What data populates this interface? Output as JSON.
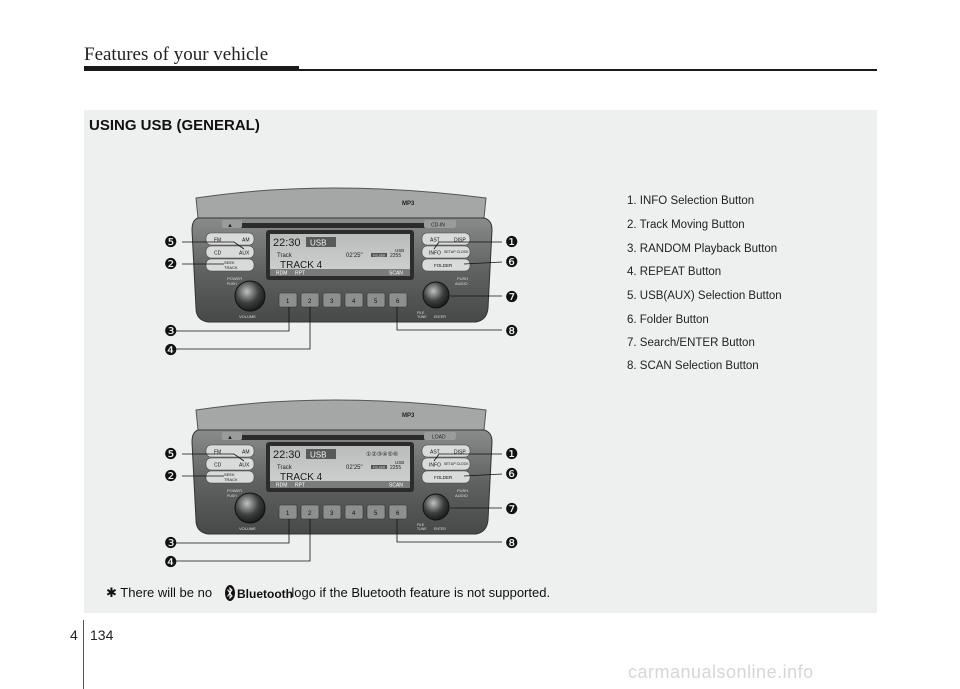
{
  "header": {
    "title": "Features of your vehicle"
  },
  "section": {
    "title": "USING USB (GENERAL)"
  },
  "legend": [
    "1. INFO Selection Button",
    "2. Track Moving Button",
    "3. RANDOM Playback Button",
    "4. REPEAT Button",
    "5. USB(AUX) Selection Button",
    "6. Folder Button",
    "7. Search/ENTER Button",
    "8. SCAN Selection Button"
  ],
  "callouts": [
    "❶",
    "❷",
    "❸",
    "❹",
    "❺",
    "❻",
    "❼",
    "❽"
  ],
  "radio_top": {
    "badge": "MP3",
    "eject": "▲",
    "right_slot": "CD-IN",
    "left_buttons": [
      [
        "FM",
        "AM"
      ],
      [
        "CD",
        "AUX"
      ],
      [
        "SEEK",
        "TRACK"
      ]
    ],
    "right_buttons": [
      [
        "AST",
        "DISP"
      ],
      [
        "INFO",
        "SETUP CLOCK"
      ],
      [
        "FOLDER"
      ]
    ],
    "display": {
      "time": "22:30",
      "source": "USB",
      "track_small": "Track",
      "elapsed": "02'25\"",
      "folder": "FOLDER",
      "file_count": "2255",
      "track_big": "TRACK 4",
      "modes": [
        "RDM",
        "RPT",
        "SCAN"
      ],
      "usb_tag": "USB"
    },
    "knob_left": [
      "POWER",
      "PUSH",
      "VOLUME"
    ],
    "knob_right": [
      "PUSH",
      "AUDIO",
      "FILE",
      "TUNE",
      "ENTER"
    ],
    "presets": [
      "1",
      "2",
      "3",
      "4",
      "5",
      "6"
    ]
  },
  "radio_bottom": {
    "badge": "MP3",
    "eject": "▲",
    "right_slot": "LOAD",
    "left_buttons": [
      [
        "FM",
        "AM"
      ],
      [
        "CD",
        "AUX"
      ],
      [
        "SEEK",
        "TRACK"
      ]
    ],
    "right_buttons": [
      [
        "AST",
        "DISP"
      ],
      [
        "INFO",
        "SETUP CLOCK"
      ],
      [
        "FOLDER"
      ]
    ],
    "display": {
      "time": "22:30",
      "source": "USB",
      "track_small": "Track",
      "elapsed": "02'25\"",
      "folder": "FOLDER",
      "file_count": "2255",
      "track_big": "TRACK 4",
      "modes": [
        "RDM",
        "RPT",
        "SCAN"
      ],
      "disc_slots": "①②③④⑤⑥",
      "usb_tag": "USB"
    },
    "knob_left": [
      "POWER",
      "PUSH",
      "VOLUME"
    ],
    "knob_right": [
      "PUSH",
      "AUDIO",
      "FILE",
      "TUNE",
      "ENTER"
    ],
    "presets": [
      "1",
      "2",
      "3",
      "4",
      "5",
      "6"
    ]
  },
  "footnote": {
    "mark": "✱",
    "before": "There will be no",
    "after": "logo if the Bluetooth feature is not supported.",
    "logo": "Bluetooth"
  },
  "footer": {
    "chapter": "4",
    "page": "134"
  },
  "watermark": "carmanualsonline.info"
}
